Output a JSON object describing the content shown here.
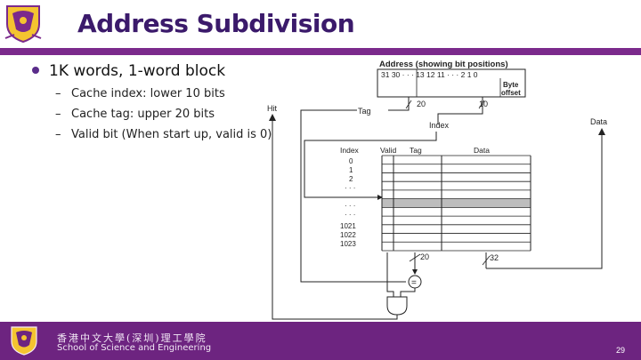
{
  "title": "Address Subdivision",
  "bullet": "1K words, 1-word block",
  "subbullets": [
    "Cache index: lower 10 bits",
    "Cache tag: upper 20 bits",
    "Valid bit (When start up, valid is 0)"
  ],
  "diagram": {
    "address_label": "Address (showing bit positions)",
    "bit_positions": "31 30  · · ·  13 12 11 · · · 2  1  0",
    "byte_offset": [
      "Byte",
      "offset"
    ],
    "hit": "Hit",
    "tag": "Tag",
    "index": "Index",
    "data": "Data",
    "width_tag": "20",
    "width_index": "10",
    "width_data": "32",
    "width_tag_compare": "20",
    "table_headers": {
      "index": "Index",
      "valid": "Valid",
      "tag": "Tag",
      "data": "Data"
    },
    "row_indices_top": [
      "0",
      "1",
      "2",
      "· · ·"
    ],
    "row_indices_bottom": [
      "· · ·",
      "· · ·",
      "1021",
      "1022",
      "1023"
    ],
    "equals": "="
  },
  "footer": {
    "cn": "香港中文大學(深圳)理工學院",
    "en": "School of Science and Engineering",
    "page": "29"
  }
}
